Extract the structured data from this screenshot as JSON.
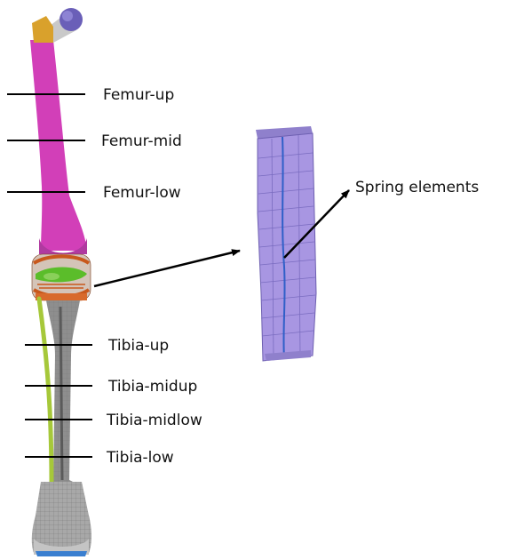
{
  "labels": {
    "femur_up": "Femur-up",
    "femur_mid": "Femur-mid",
    "femur_low": "Femur-low",
    "tibia_up": "Tibia-up",
    "tibia_midup": "Tibia-midup",
    "tibia_midlow": "Tibia-midlow",
    "tibia_low": "Tibia-low",
    "spring_elements": "Spring elements"
  },
  "colors": {
    "femur_shaft": "#d23fb8",
    "femoral_head": "#6a5fb8",
    "trochanter": "#d9a12c",
    "neck": "#c9c9c9",
    "knee_orange": "#c8581c",
    "knee_green": "#5bbd2a",
    "tibia": "#8e8e8e",
    "fibula": "#a6c83a",
    "foot": "#a8a8a8",
    "sole": "#3a7fd0",
    "segment_fill": "#a896e2",
    "spring_line": "#2f5fc8"
  }
}
